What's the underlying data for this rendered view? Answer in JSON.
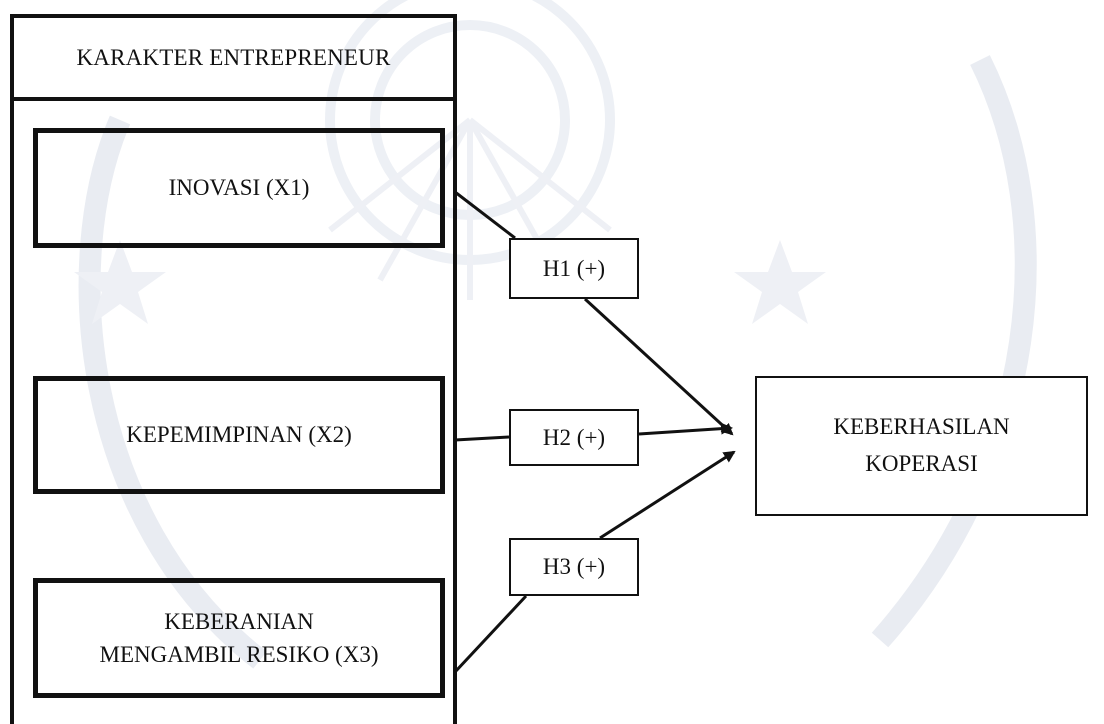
{
  "diagram": {
    "group": {
      "title": "KARAKTER ENTREPRENEUR"
    },
    "variables": [
      {
        "id": "x1",
        "lines": [
          "INOVASI (X1)"
        ]
      },
      {
        "id": "x2",
        "lines": [
          "KEPEMIMPINAN (X2)"
        ]
      },
      {
        "id": "x3",
        "lines": [
          "KEBERANIAN",
          "MENGAMBIL RESIKO (X3)"
        ]
      }
    ],
    "hypotheses": [
      {
        "id": "h1",
        "label": "H1 (+)"
      },
      {
        "id": "h2",
        "label": "H2 (+)"
      },
      {
        "id": "h3",
        "label": "H3 (+)"
      }
    ],
    "target": {
      "lines": [
        "KEBERHASILAN",
        "KOPERASI"
      ]
    },
    "colors": {
      "stroke": "#111111",
      "watermark": "#eef0f5"
    }
  }
}
